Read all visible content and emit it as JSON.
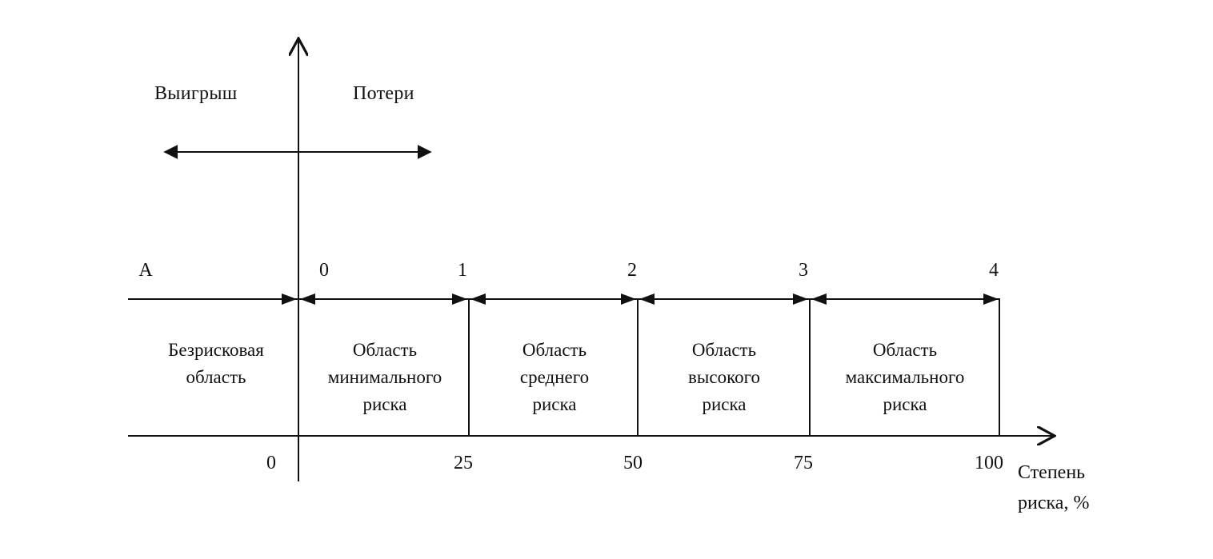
{
  "top": {
    "left_label": "Выигрыш",
    "right_label": "Потери"
  },
  "markers": [
    "A",
    "0",
    "1",
    "2",
    "3",
    "4"
  ],
  "zones": [
    {
      "lines": [
        "Безрисковая",
        "область"
      ]
    },
    {
      "lines": [
        "Область",
        "минимального",
        "риска"
      ]
    },
    {
      "lines": [
        "Область",
        "среднего",
        "риска"
      ]
    },
    {
      "lines": [
        "Область",
        "высокого",
        "риска"
      ]
    },
    {
      "lines": [
        "Область",
        "максимального",
        "риска"
      ]
    }
  ],
  "scale": [
    "0",
    "25",
    "50",
    "75",
    "100"
  ],
  "axis_label": [
    "Степень",
    "риска, %"
  ],
  "colors": {
    "ink": "#111111",
    "background": "#ffffff"
  }
}
